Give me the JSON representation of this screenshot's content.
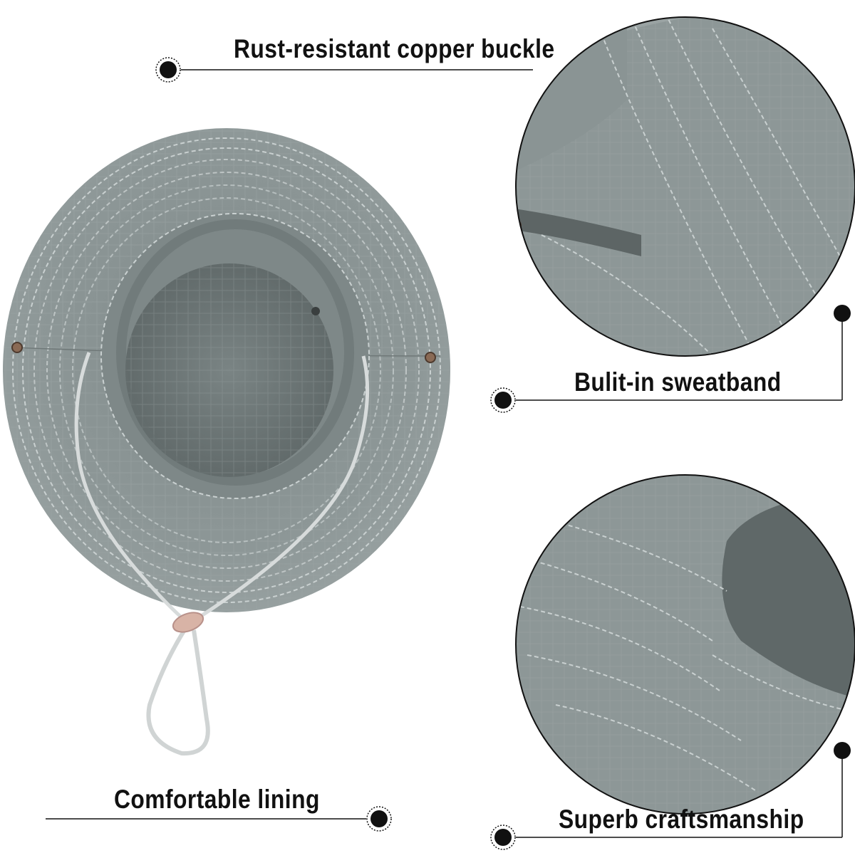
{
  "callouts": {
    "buckle": "Rust-resistant copper buckle",
    "sweatband": "Bulit-in sweatband",
    "lining": "Comfortable lining",
    "craft": "Superb craftsmanship"
  },
  "colors": {
    "hat_gray": "#8e9898",
    "hat_dark": "#6f7878",
    "stitch": "#c9d0d0",
    "copper": "#8a6a55",
    "leader": "#111111",
    "background": "#ffffff"
  }
}
